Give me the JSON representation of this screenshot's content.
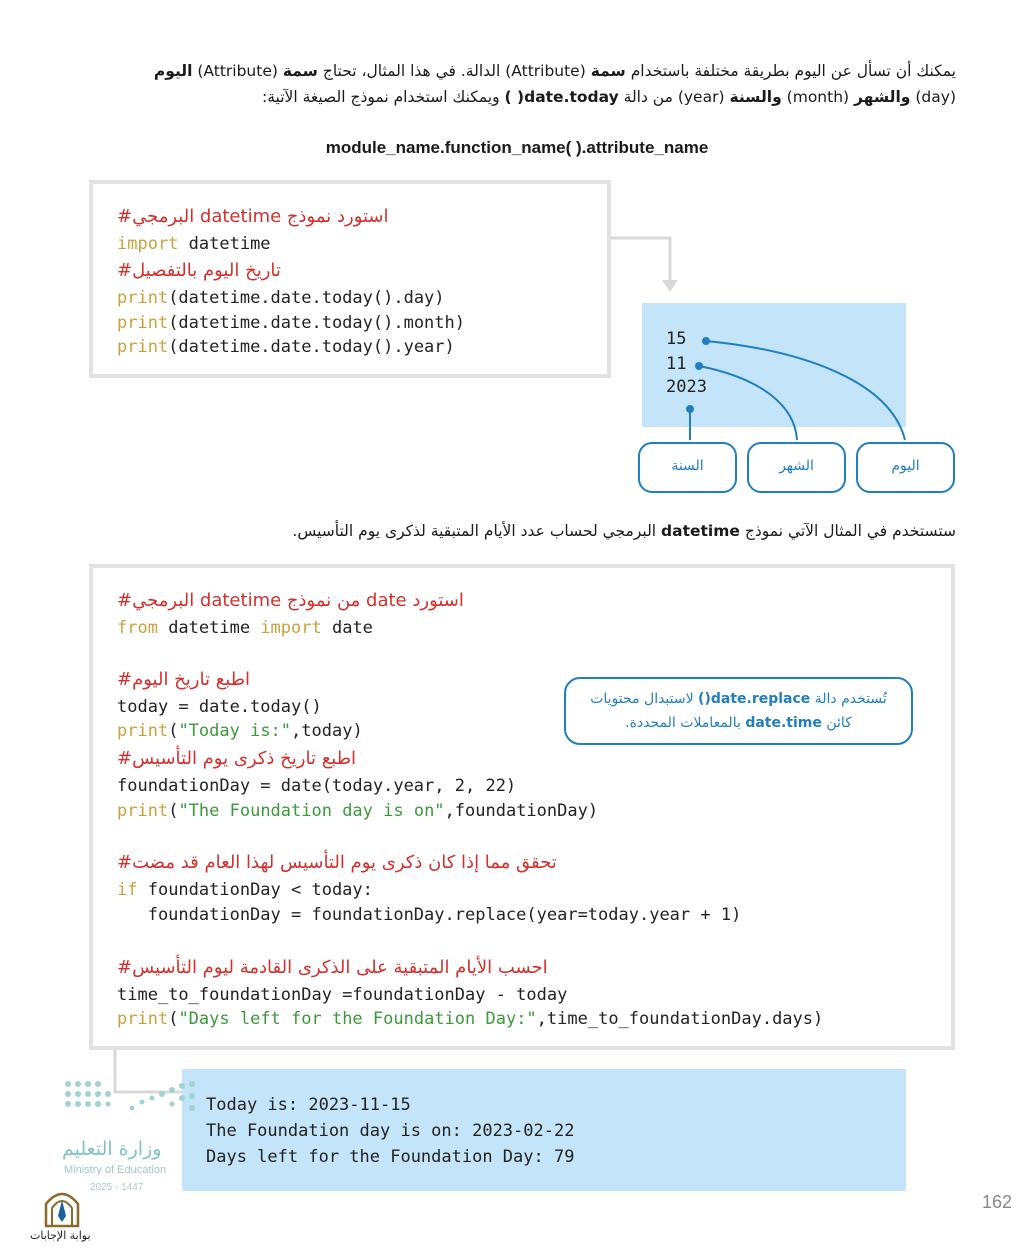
{
  "intro": {
    "line1_parts": [
      "يمكنك أن تسأل عن اليوم بطريقة مختلفة باستخدام ",
      "سمة",
      " (Attribute) الدالة. في هذا المثال، تحتاج ",
      "سمة",
      " (Attribute) ",
      "اليوم"
    ],
    "line2_parts": [
      "(day) ",
      "والشهر",
      " (month) ",
      "والسنة",
      " (year) من دالة ",
      "date.today( )",
      " ويمكنك استخدام نموذج الصيغة الآتية:"
    ]
  },
  "formula": "module_name.function_name( ).attribute_name",
  "code1": {
    "comment1": "استورد نموذج datetime البرمجي#",
    "kw_import": "import",
    "import_rest": " datetime",
    "comment2": "تاريخ اليوم بالتفصيل#",
    "kw_print": "print",
    "print1_rest": "(datetime.date.today().day)",
    "print2_rest": "(datetime.date.today().month)",
    "print3_rest": "(datetime.date.today().year)"
  },
  "output1": {
    "day": "15",
    "month": "11",
    "year": "2023"
  },
  "labels": {
    "year": "السنة",
    "month": "الشهر",
    "day": "اليوم"
  },
  "para2_parts": [
    "ستستخدم في المثال الآتي نموذج ",
    "datetime",
    " البرمجي لحساب عدد الأيام المتبقية لذكرى يوم التأسيس."
  ],
  "code2": {
    "comment1": "استورد date من نموذج datetime البرمجي#",
    "kw_from": "from",
    "from_mid": " datetime ",
    "kw_import": "import",
    "from_end": " date",
    "comment2": "اطبع تاريخ اليوم#",
    "today_assign": "today = date.today()",
    "kw_print": "print",
    "open_paren": "(",
    "str_today": "\"Today is:\"",
    "print_today_end": ",today)",
    "comment3": "اطبع تاريخ ذكرى يوم التأسيس#",
    "foundation_assign": "foundationDay = date(today.year, 2, 22)",
    "str_foundation": "\"The Foundation day is on\"",
    "print_foundation_end": ",foundationDay)",
    "comment4": "تحقق مما إذا كان ذكرى يوم التأسيس لهذا العام قد مضت#",
    "kw_if": "if",
    "if_rest": " foundationDay < today:",
    "replace_line": "   foundationDay = foundationDay.replace(year=today.year + 1)",
    "comment5": "احسب الأيام المتبقية على الذكرى القادمة ليوم التأسيس#",
    "time_assign": "time_to_foundationDay =foundationDay - today",
    "str_days": "\"Days left for the Foundation Day:\"",
    "print_days_end": ",time_to_foundationDay.days)"
  },
  "callout": {
    "line1_parts": [
      "تُستخدم دالة ",
      "date.replace()",
      " لاستبدال محتويات"
    ],
    "line2_parts": [
      "كائن ",
      "date.time",
      " بالمعاملات المحددة."
    ]
  },
  "output2": {
    "line1": "Today is: 2023-11-15",
    "line2": "The Foundation day is on: 2023-02-22",
    "line3": "Days left for the Foundation Day: 79"
  },
  "ministry": {
    "arabic": "وزارة التعليم",
    "english": "Ministry of Education",
    "year": "2025 - 1447"
  },
  "portal": "بوابة الإجابات",
  "page_number": "162",
  "colors": {
    "comment": "#d3302c",
    "keyword": "#c9a23c",
    "string": "#3a9a3a",
    "accent_blue": "#1f7fc1",
    "output_bg": "#c3e4f9"
  }
}
